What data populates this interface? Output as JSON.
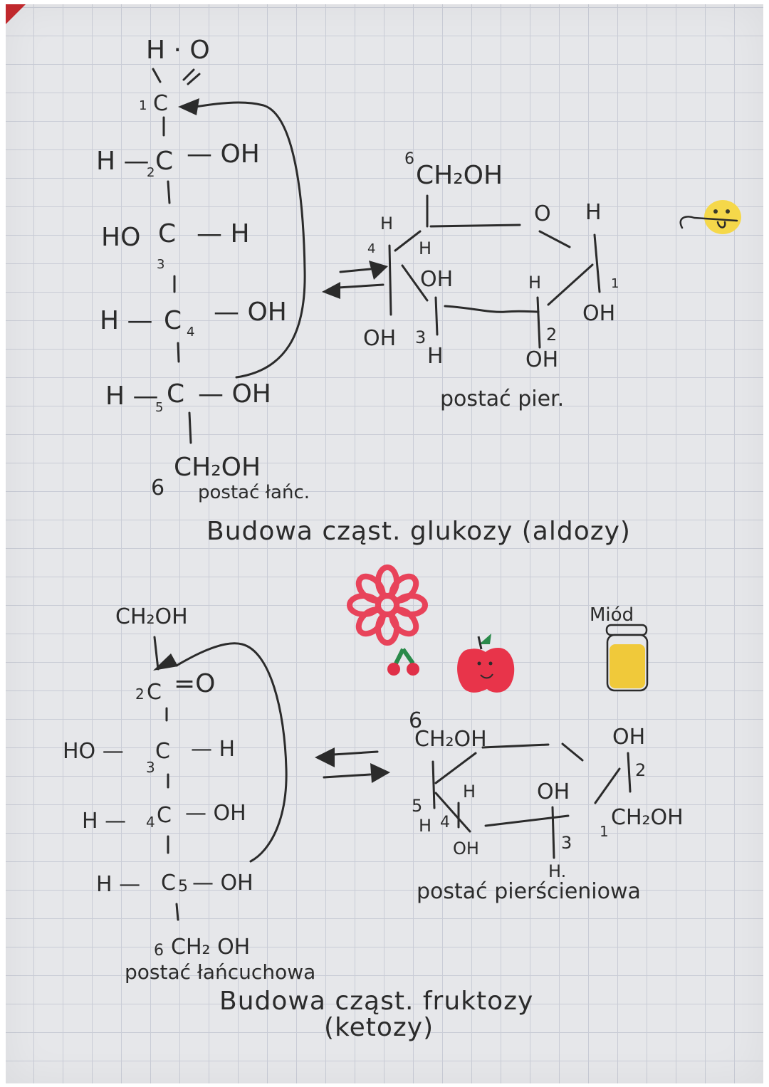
{
  "page": {
    "background": "#e6e7ea",
    "grid_color": "#c9ccd6",
    "ink_color": "#2b2b2b",
    "corner_accent": "#c0282c"
  },
  "glucose": {
    "chain": {
      "c1_top": "H · O",
      "c1": "C",
      "c1_num": "1",
      "c2_left": "H —",
      "c2": "C",
      "c2_num": "2",
      "c2_right": "— OH",
      "c3_left": "HO",
      "c3": "C",
      "c3_num": "3",
      "c3_right": "— H",
      "c4_left": "H —",
      "c4": "C",
      "c4_num": "4",
      "c4_right": "— OH",
      "c5_left": "H —",
      "c5": "C",
      "c5_num": "5",
      "c5_right": "— OH",
      "c6": "CH₂OH",
      "c6_num": "6",
      "form_label": "postać łańc."
    },
    "ring": {
      "c6_label": "CH₂OH",
      "c6_num": "6",
      "o_label": "O",
      "c1_h": "H",
      "c1_num": "1",
      "c1_oh": "OH",
      "c4_h": "H",
      "c4_num": "4",
      "c4_oh": "OH",
      "c5_h": "H",
      "c3_oh": "OH",
      "c3_num": "3",
      "c3_h": "H",
      "c2_h": "H",
      "c2_num": "2",
      "c2_oh": "OH",
      "form_label": "postać pier."
    },
    "caption": "Budowa cząst. glukozy (aldozy)"
  },
  "fructose": {
    "chain": {
      "c1": "CH₂OH",
      "c2": "C",
      "c2_num": "2",
      "c2_right": "=O",
      "c3_left": "HO —",
      "c3": "C",
      "c3_num": "3",
      "c3_right": "— H",
      "c4_left": "H —",
      "c4": "C",
      "c4_num": "4",
      "c4_right": "— OH",
      "c5_left": "H —",
      "c5": "C",
      "c5_num": "5",
      "c5_right": "— OH",
      "c6": "CH₂ OH",
      "c6_num": "6",
      "form_label": "postać łańcuchowa"
    },
    "ring": {
      "c6_num": "6",
      "c6_label": "CH₂OH",
      "c2_oh": "OH",
      "c2_num": "2",
      "c1_label": "CH₂OH",
      "c1_num": "1",
      "c5_num": "5",
      "c5_h": "H",
      "c4_h_top": "H",
      "c4_num": "4",
      "c4_oh": "OH",
      "c3_oh": "OH",
      "c3_num": "3",
      "c3_h": "H.",
      "form_label": "postać pierścieniowa"
    },
    "caption_line1": "Budowa cząst. fruktozy",
    "caption_line2": "(ketozy)"
  },
  "doodles": {
    "smiley_color": "#f5d84a",
    "flower_color": "#e8435a",
    "cherry_color": "#e03048",
    "cherry_stem_color": "#2a8a4a",
    "apple_color": "#e8344a",
    "apple_leaf_color": "#2a8a4a",
    "honey_label": "Miód",
    "honey_color": "#f0c93a"
  }
}
